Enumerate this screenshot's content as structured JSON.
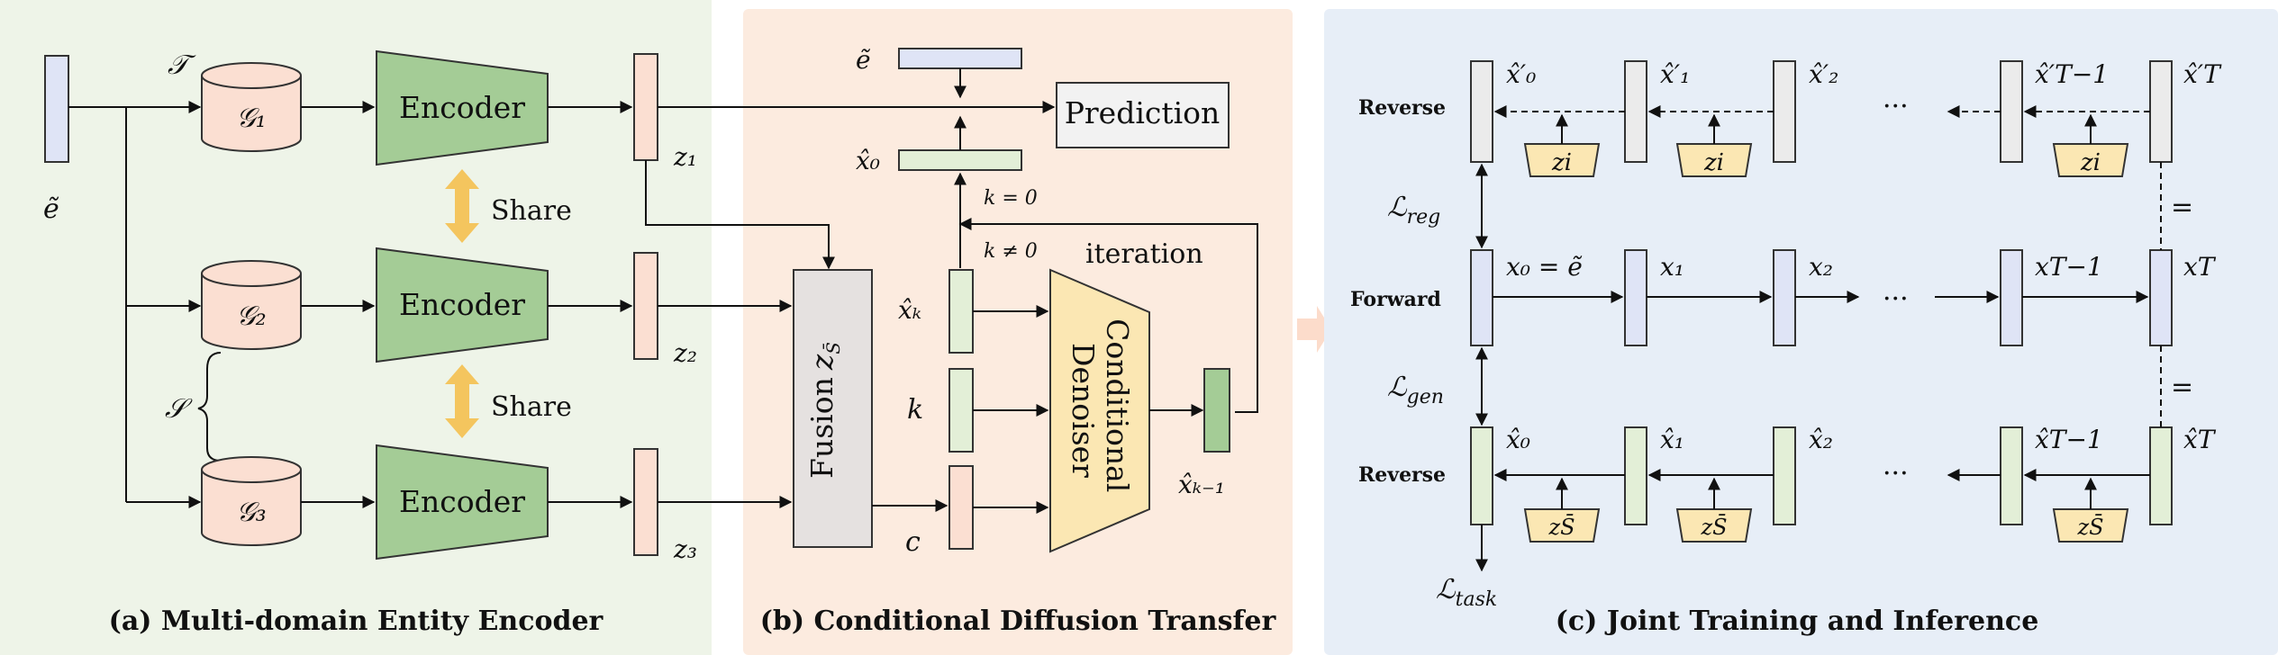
{
  "colors": {
    "panel_a": "#eef4e8",
    "panel_b": "#fcebdf",
    "panel_c": "#e7eef7",
    "entity_blue": "#dfe4f6",
    "pink": "#fbdfd2",
    "encoder_green": "#a4cc96",
    "green_light": "#e3efd7",
    "yellow": "#fbe7b3",
    "gray": "#ebebeb",
    "arrow_orange": "#f4c55e"
  },
  "panel_a": {
    "caption": "(a) Multi-domain Entity Encoder",
    "input_symbol": "ẽ",
    "set_T": "𝒯",
    "set_S": "𝒮",
    "graphs": [
      "𝒢₁",
      "𝒢₂",
      "𝒢₃"
    ],
    "encoder_label": "Encoder",
    "share_label": "Share",
    "outputs": [
      "z₁",
      "z₂",
      "z₃"
    ]
  },
  "panel_b": {
    "caption": "(b) Conditional Diffusion Transfer",
    "input_symbol": "ẽ",
    "prediction_label": "Prediction",
    "x0_symbol": "x̂₀",
    "k_zero": "k = 0",
    "k_nonzero": "k ≠ 0",
    "iteration_label": "iteration",
    "fusion_label": "Fusion",
    "fusion_symbol": "z",
    "fusion_sub": "S̄",
    "xk_symbol": "x̂ₖ",
    "k_symbol": "k",
    "c_symbol": "c",
    "denoiser_line1": "Conditional",
    "denoiser_line2": "Denoiser",
    "xk1_symbol": "x̂ₖ₋₁"
  },
  "panel_c": {
    "caption": "(c) Joint Training and Inference",
    "row_labels": [
      "Reverse",
      "Forward",
      "Reverse"
    ],
    "loss_reg": "ℒreg",
    "loss_gen": "ℒgen",
    "loss_task": "ℒtask",
    "top_row": [
      "x̂′₀",
      "x̂′₁",
      "x̂′₂",
      "x̂′T−1",
      "x̂′T"
    ],
    "mid_row": [
      "x₀ = ẽ",
      "x₁",
      "x₂",
      "xT−1",
      "xT"
    ],
    "bot_row": [
      "x̂₀",
      "x̂₁",
      "x̂₂",
      "x̂T−1",
      "x̂T"
    ],
    "cond_top": "zi",
    "cond_bot": "zS̄",
    "ellipsis": "···",
    "equals": "="
  }
}
